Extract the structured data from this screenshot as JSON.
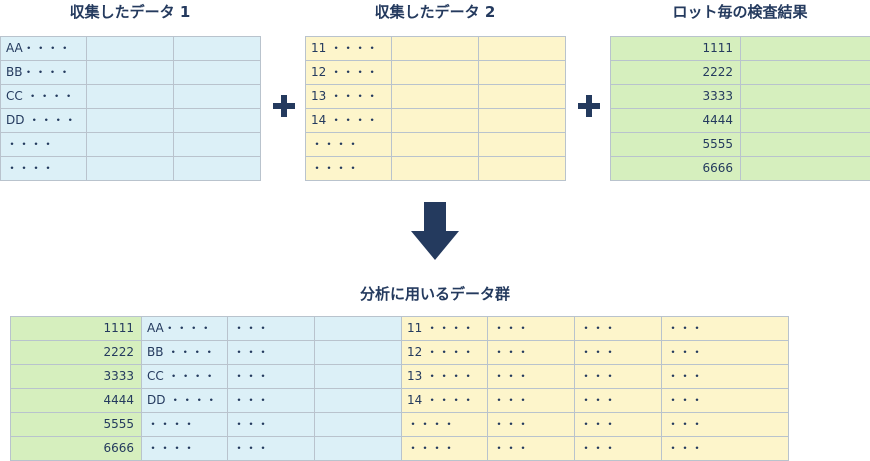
{
  "tables": {
    "collected1": {
      "title": "収集したデータ 1",
      "rows": [
        [
          "AA・・・・",
          "",
          ""
        ],
        [
          "BB・・・・",
          "",
          ""
        ],
        [
          "CC ・・・・",
          "",
          ""
        ],
        [
          "DD ・・・・",
          "",
          ""
        ],
        [
          "・・・・",
          "",
          ""
        ],
        [
          "・・・・",
          "",
          ""
        ]
      ]
    },
    "collected2": {
      "title": "収集したデータ 2",
      "rows": [
        [
          "11 ・・・・",
          "",
          ""
        ],
        [
          "12 ・・・・",
          "",
          ""
        ],
        [
          "13 ・・・・",
          "",
          ""
        ],
        [
          "14 ・・・・",
          "",
          ""
        ],
        [
          "・・・・",
          "",
          ""
        ],
        [
          "・・・・",
          "",
          ""
        ]
      ]
    },
    "inspection": {
      "title": "ロット毎の検査結果",
      "rows": [
        [
          "1111",
          ""
        ],
        [
          "2222",
          ""
        ],
        [
          "3333",
          ""
        ],
        [
          "4444",
          ""
        ],
        [
          "5555",
          ""
        ],
        [
          "6666",
          ""
        ]
      ]
    },
    "analysis": {
      "title": "分析に用いるデータ群",
      "rows": [
        [
          "1111",
          "AA・・・・",
          "・・・",
          "",
          "11 ・・・・",
          "・・・",
          "・・・",
          "・・・"
        ],
        [
          "2222",
          "BB ・・・・",
          "・・・",
          "",
          "12 ・・・・",
          "・・・",
          "・・・",
          "・・・"
        ],
        [
          "3333",
          "CC ・・・・",
          "・・・",
          "",
          "13 ・・・・",
          "・・・",
          "・・・",
          "・・・"
        ],
        [
          "4444",
          "DD ・・・・",
          "・・・",
          "",
          "14 ・・・・",
          "・・・",
          "・・・",
          "・・・"
        ],
        [
          "5555",
          "・・・・",
          "・・・",
          "",
          "・・・・",
          "・・・",
          "・・・",
          "・・・"
        ],
        [
          "6666",
          "・・・・",
          "・・・",
          "",
          "・・・・",
          "・・・",
          "・・・",
          "・・・"
        ]
      ]
    }
  },
  "colors": {
    "blue": "#dcf0f7",
    "yellow": "#fdf5cb",
    "green": "#d6efbe",
    "navy": "#243a5e",
    "border": "#b9c3cd"
  }
}
